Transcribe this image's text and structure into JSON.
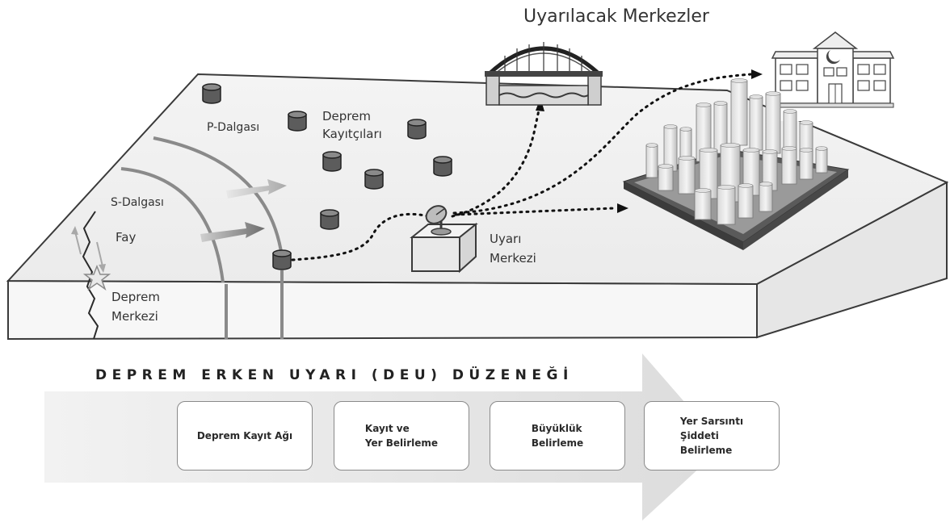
{
  "header": {
    "title": "Uyarılacak Merkezler"
  },
  "labels": {
    "p_wave": "P-Dalgası",
    "s_wave": "S-Dalgası",
    "fault": "Fay",
    "recorders": [
      "Deprem",
      "Kayıtçıları"
    ],
    "epicenter": [
      "Deprem",
      "Merkezi"
    ],
    "warning_center": [
      "Uyarı",
      "Merkezi"
    ]
  },
  "banner": {
    "title": "DEPREM ERKEN UYARI (DEU) DÜZENEĞİ"
  },
  "steps": [
    {
      "label": "Deprem Kayıt Ağı"
    },
    {
      "label": "Kayıt ve\nYer Belirleme"
    },
    {
      "label": "Büyüklük\nBelirleme"
    },
    {
      "label": "Yer Sarsıntı\nŞiddeti\nBelirleme"
    }
  ],
  "colors": {
    "wave": "#8a8a8a",
    "recorder": "#5c5c5c",
    "slab_top": "#efefef",
    "slab_side": "#f7f7f7",
    "arrow": "#e8e8e8"
  },
  "icons": [
    "recorder-icon",
    "bridge-icon",
    "hospital-icon",
    "city-icon",
    "satellite-dish-icon",
    "star-icon",
    "arrow-icon"
  ]
}
